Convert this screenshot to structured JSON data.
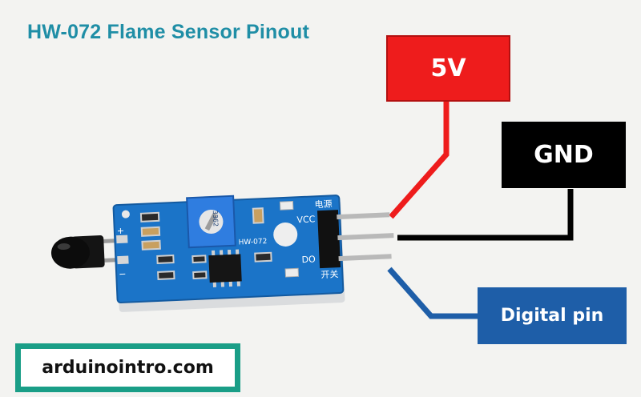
{
  "title": "HW-072 Flame Sensor Pinout",
  "labels": {
    "vcc": "5V",
    "gnd": "GND",
    "digital": "Digital pin"
  },
  "board": {
    "pin_vcc": "VCC",
    "pin_do": "DO",
    "chinese_top": "电源",
    "chinese_bottom": "开关",
    "model": "HW-072",
    "pot_code": "3362",
    "plus_sign": "+",
    "minus_sign": "−"
  },
  "brand": "arduinointro.com",
  "colors": {
    "title": "#1f8ea6",
    "vcc": "#ee1c1c",
    "gnd": "#000000",
    "digital": "#1e5ea8",
    "brand_border": "#1a9e87",
    "pcb": "#1b74c8"
  }
}
